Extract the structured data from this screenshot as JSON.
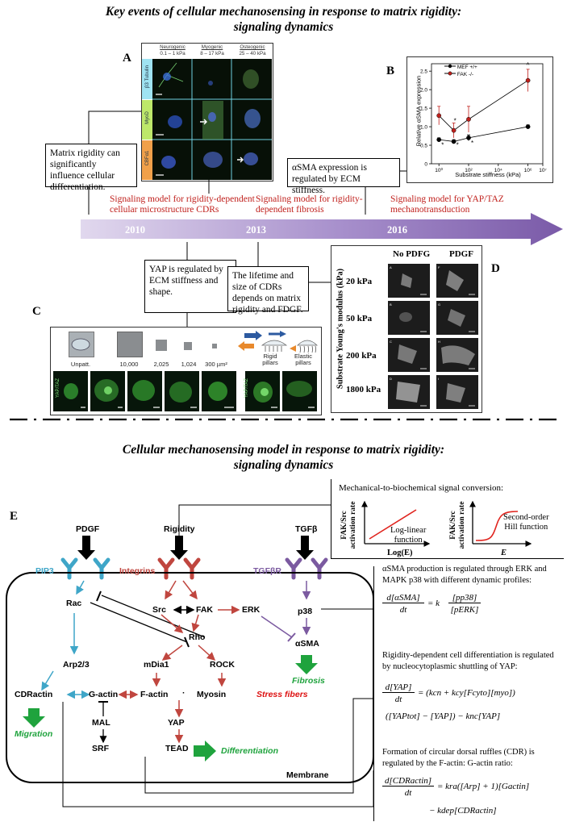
{
  "top_title_line1": "Key events of cellular mechanosensing in response to matrix rigidity:",
  "top_title_line2": "signaling dynamics",
  "panels": {
    "A": "A",
    "B": "B",
    "C": "C",
    "D": "D",
    "E": "E"
  },
  "panelA": {
    "cols": [
      {
        "name": "Neurogenic",
        "range": "0.1 – 1 kPa"
      },
      {
        "name": "Myogenic",
        "range": "8 – 17 kPa"
      },
      {
        "name": "Osteogenic",
        "range": "25 – 40 kPa"
      }
    ],
    "rows": [
      "β3 Tubulin",
      "MyoD",
      "CBFα1"
    ]
  },
  "panelB": {
    "ylabel": "Relative αSMA expression",
    "xlabel": "Substrate stiffness (kPa)",
    "legend": [
      "MEF +/+",
      "FAK -/-"
    ],
    "yticks": [
      "0",
      "0.5",
      "1.0",
      "1.5",
      "2.0",
      "2.5"
    ],
    "xticks": [
      "10⁰",
      "10²",
      "10⁴",
      "10⁶",
      "10⁷"
    ],
    "star": "*",
    "caret": "^"
  },
  "chart_data": {
    "type": "scatter",
    "xlabel": "Substrate stiffness (kPa)",
    "ylabel": "Relative αSMA expression",
    "ylim": [
      0,
      2.7
    ],
    "series": [
      {
        "name": "MEF +/+",
        "color": "#000000",
        "x": [
          1,
          10,
          100,
          1000000
        ],
        "y": [
          0.65,
          0.6,
          0.7,
          1.0
        ]
      },
      {
        "name": "FAK -/-",
        "color": "#c0201c",
        "x": [
          1,
          10,
          100,
          1000000
        ],
        "y": [
          1.3,
          0.9,
          1.2,
          2.25
        ]
      }
    ]
  },
  "timeline": {
    "years": [
      "2010",
      "2013",
      "2016"
    ],
    "above": [
      "Signaling model for rigidity-dependent cellular microstructure CDRs",
      "Signaling model for rigidity-dependent fibrosis",
      "Signaling model for YAP/TAZ mechanotransduction"
    ],
    "box_matrix": "Matrix rigidity can significantly influence cellular differentiation.",
    "box_asma": "αSMA expression is regulated by ECM stiffness.",
    "box_yap": "YAP is regulated by ECM stiffness and shape.",
    "box_cdr": "The lifetime and size of CDRs depends on matrix rigidity and FDGF."
  },
  "panelC": {
    "labels": [
      "Unpatt.",
      "10,000",
      "2,025",
      "1,024",
      "300 µm²"
    ],
    "pillars": [
      "Rigid pillars",
      "Elastic pillars"
    ],
    "stain": "YAP/TAZ"
  },
  "panelD": {
    "cols": [
      "No PDFG",
      "PDGF"
    ],
    "rows": [
      "20 kPa",
      "50 kPa",
      "200 kPa",
      "1800 kPa"
    ],
    "ylabel": "Substrate Young's modulus (kPa)"
  },
  "bottom_title_line1": "Cellular mechanosensing model in response to matrix rigidity:",
  "bottom_title_line2": "signaling dynamics",
  "network": {
    "inputs": [
      "PDGF",
      "Rigidity",
      "TGFβ"
    ],
    "receptors": [
      "PIP3",
      "Integrins",
      "TGFβR"
    ],
    "nodes": [
      "Rac",
      "Src",
      "FAK",
      "ERK",
      "p38",
      "Rho",
      "αSMA",
      "Arp2/3",
      "mDia1",
      "ROCK",
      "CDRactin",
      "G-actin",
      "F-actin",
      "Myosin",
      "MAL",
      "SRF",
      "YAP",
      "TEAD"
    ],
    "outcomes": {
      "fibrosis": "Fibrosis",
      "migration": "Migration",
      "differentiation": "Differentiation",
      "stress": "Stress fibers"
    },
    "membrane": "Membrane",
    "dot": "·"
  },
  "conversion": {
    "title": "Mechanical-to-biochemical signal conversion:",
    "ylabel1": "FAK/Src",
    "ylabel2": "activation rate",
    "plot1_label": [
      "Log-linear",
      "function"
    ],
    "plot1_x": "Log(E)",
    "plot2_label": [
      "Second-order",
      "Hill function"
    ],
    "plot2_x": "E"
  },
  "equations": {
    "asma_text": "αSMA production is regulated through ERK and MAPK p38 with different dynamic profiles:",
    "yap_text": "Rigidity-dependent cell differentiation is regulated by nucleocytoplasmic shuttling of YAP:",
    "cdr_text": "Formation of circular dorsal ruffles (CDR) is regulated by the F-actin: G-actin ratio:",
    "asma_lhs": "d[αSMA]",
    "asma_dt": "dt",
    "asma_rhs": "= k",
    "asma_num": "[pp38]",
    "asma_den": "[pERK]",
    "yap_lhs": "d[YAP]",
    "yap_dt": "dt",
    "yap_rhs1": "= (kcn + kcy[Fcyto][myo])",
    "yap_rhs2": "([YAPtot] − [YAP]) − knc[YAP]",
    "cdr_lhs": "d[CDRactin]",
    "cdr_dt": "dt",
    "cdr_rhs1": "= kra([Arp] + 1)[Gactin]",
    "cdr_rhs2": "− kdep[CDRactin]"
  },
  "colors": {
    "blue": "#3fa6c8",
    "red": "#c0463f",
    "purple": "#7b5aa0",
    "green": "#1fa33d",
    "arrow": "#7a5aa8"
  }
}
